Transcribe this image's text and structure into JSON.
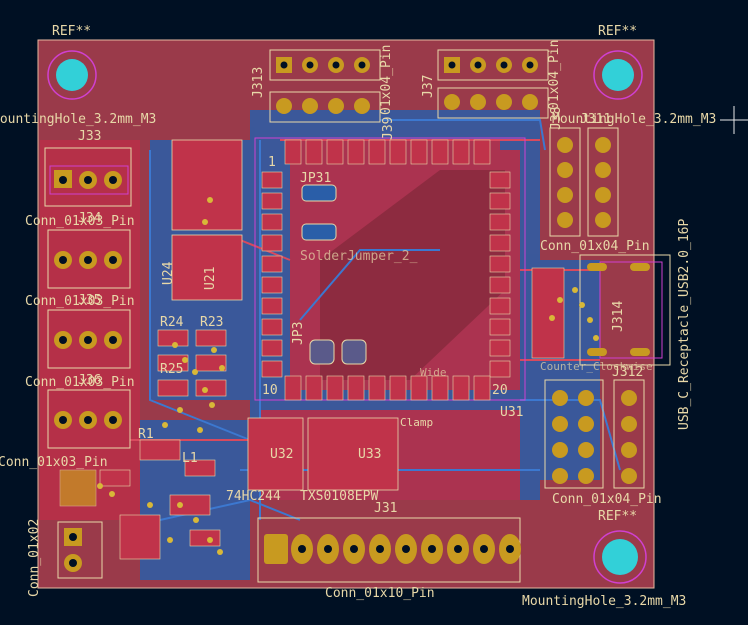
{
  "colors": {
    "background": "#001023",
    "board_fill": "#9a3a4a",
    "copper_back": "#2a5ea8",
    "copper_front": "#c0334a",
    "silk": "#e8d8a8",
    "pad": "#c89a20",
    "courtyard": "#d040d0",
    "via": "#32d0d8"
  },
  "labels": {
    "ref_tl": "REF**",
    "ref_tr": "REF**",
    "ref_br": "REF**",
    "mh_left": "MountingHole_3.2mm_M3",
    "mh_right": "MountingHole_3.2mm_M3",
    "mh_bottom": "MountingHole_3.2mm_M3",
    "j33": "J33",
    "j34": "J34",
    "j35": "J35",
    "j36": "J36",
    "conn3_a": "Conn_01x03_Pin",
    "conn3_b": "Conn_01x03_Pin",
    "conn3_c": "Conn_01x03_Pin",
    "conn3_d": "Conn_01x03_Pin",
    "conn2": "Conn_01x02",
    "top_pin_a": "01x04_Pin",
    "top_pin_b": "01x04_Pin",
    "j313": "J313",
    "j37": "J37",
    "j39": "J39",
    "j38": "J38",
    "j311": "J311",
    "conn4_right": "Conn_01x04_Pin",
    "conn4_bottom": "Conn_01x04_Pin",
    "j312": "J312",
    "j314": "J314",
    "usb": "USB_C_Receptacle_USB2.0_16P",
    "j31": "J31",
    "conn10": "Conn_01x10_Pin",
    "u31": "U31",
    "u32": "U32",
    "u33": "U33",
    "u24": "U24",
    "u21": "U21",
    "r24": "R24",
    "r23": "R23",
    "r25": "R25",
    "r1": "R1",
    "l1": "L1",
    "jp31": "JP31",
    "jp3": "JP3",
    "ic_74hc": "74HC244",
    "ic_txs": "TXS0108EPW",
    "solder_jumper": "SolderJumper_2_",
    "pin1": "1",
    "pin10": "10",
    "pin20": "20",
    "counter": "Counter_Clockwise",
    "wide_lbl": "Wide",
    "clamp_lbl": "Clamp"
  }
}
